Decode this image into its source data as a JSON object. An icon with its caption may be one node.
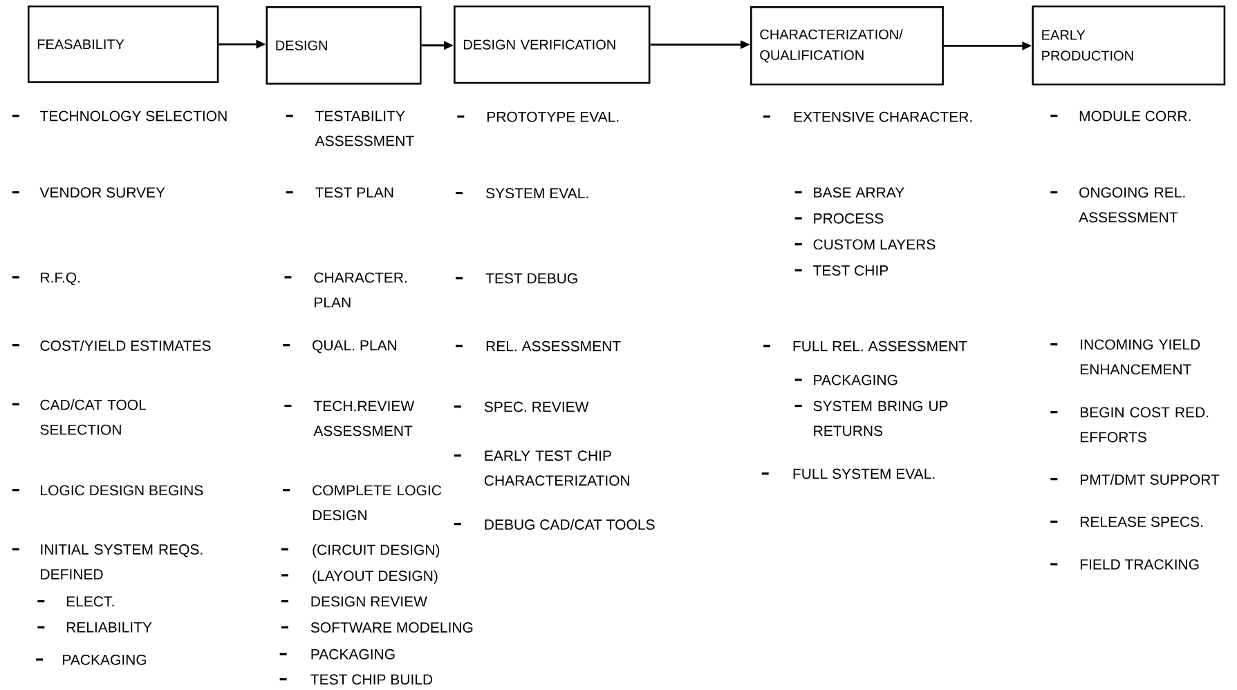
{
  "diagram": {
    "nodes": [
      {
        "text": [
          "FEASABILITY"
        ]
      },
      {
        "text": [
          "DESIGN"
        ]
      },
      {
        "text": [
          "DESIGN VERIFICATION"
        ]
      },
      {
        "text": [
          "CHARACTERIZATION/ QUALIFICATION"
        ]
      },
      {
        "text": [
          "EARLY PRODUCTION"
        ]
      }
    ],
    "edges": [
      {
        "from": 0,
        "to": 1,
        "arrow": "to"
      },
      {
        "from": 1,
        "to": 2,
        "arrow": "to"
      },
      {
        "from": 2,
        "to": 3,
        "arrow": "to"
      },
      {
        "from": 3,
        "to": 4,
        "arrow": "to"
      }
    ],
    "labels": [
      "TECHNOLOGY SELECTION",
      "VENDOR SURVEY",
      "R.F.Q.",
      "COST/YIELD ESTIMATES",
      "CAD/CAT TOOL SELECTION",
      "LOGIC DESIGN BEGINS",
      "INITIAL SYSTEM REQS. DEFINED",
      "ELECT.",
      "RELIABILITY",
      "PACKAGING",
      "TESTABILITY ASSESSMENT",
      "TEST PLAN",
      "CHARACTER. PLAN",
      "QUAL. PLAN",
      "TECH.REVIEW ASSESSMENT",
      "COMPLETE LOGIC DESIGN",
      "(CIRCUIT DESIGN)",
      "(LAYOUT DESIGN)",
      "DESIGN REVIEW",
      "SOFTWARE MODELING",
      "PACKAGING",
      "TEST CHIP BUILD",
      "PROTOTYPE EVAL.",
      "SYSTEM EVAL.",
      "TEST DEBUG",
      "REL. ASSESSMENT",
      "SPEC. REVIEW",
      "EARLY TEST CHIP CHARACTERIZATION",
      "DEBUG CAD/CAT TOOLS",
      "EXTENSIVE CHARACTER.",
      "BASE ARRAY",
      "PROCESS",
      "CUSTOM LAYERS",
      "TEST CHIP",
      "FULL REL. ASSESSMENT",
      "PACKAGING",
      "SYSTEM BRING UP RETURNS",
      "FULL SYSTEM EVAL.",
      "MODULE CORR.",
      "ONGOING REL. ASSESSMENT",
      "INCOMING YIELD ENHANCEMENT",
      "BEGIN COST RED. EFFORTS",
      "PMT/DMT SUPPORT",
      "RELEASE SPECS.",
      "FIELD TRACKING"
    ]
  }
}
